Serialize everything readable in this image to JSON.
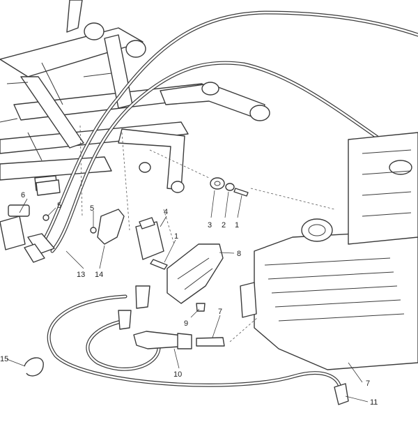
{
  "callouts": [
    {
      "id": "c1a",
      "text": "1"
    },
    {
      "id": "c1b",
      "text": "1"
    },
    {
      "id": "c2",
      "text": "2"
    },
    {
      "id": "c3",
      "text": "3"
    },
    {
      "id": "c4",
      "text": "4"
    },
    {
      "id": "c5a",
      "text": "5"
    },
    {
      "id": "c5b",
      "text": "5"
    },
    {
      "id": "c6",
      "text": "6"
    },
    {
      "id": "c7a",
      "text": "7"
    },
    {
      "id": "c7b",
      "text": "7"
    },
    {
      "id": "c8",
      "text": "8"
    },
    {
      "id": "c9",
      "text": "9"
    },
    {
      "id": "c10",
      "text": "10"
    },
    {
      "id": "c11",
      "text": "11"
    },
    {
      "id": "c13",
      "text": "13"
    },
    {
      "id": "c14",
      "text": "14"
    },
    {
      "id": "c15",
      "text": "15"
    }
  ]
}
